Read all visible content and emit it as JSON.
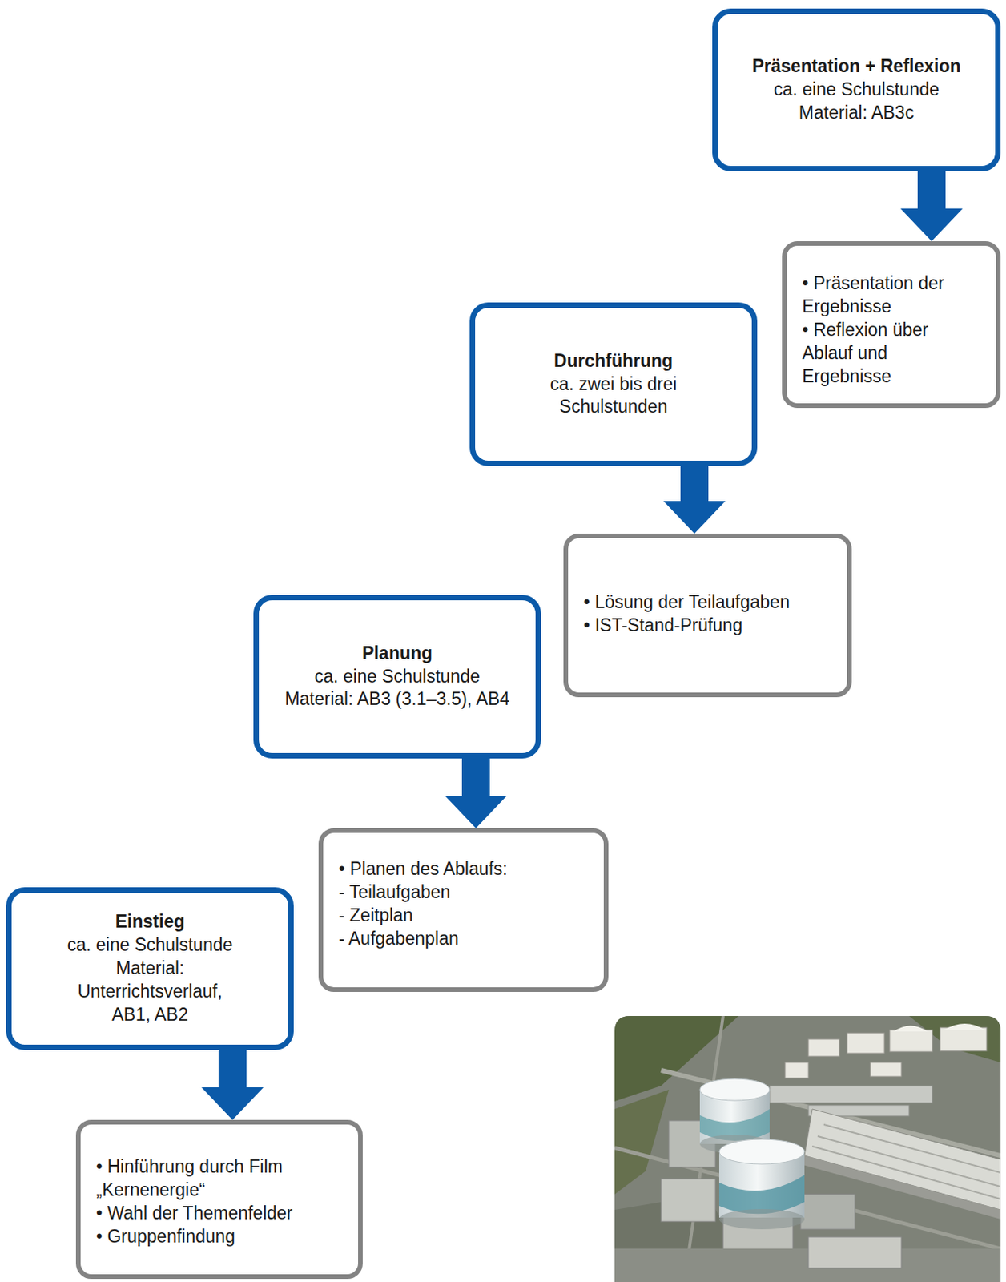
{
  "diagram": {
    "nodes": [
      {
        "text": [
          "Präsentation + Reflexion",
          "ca. eine Schulstunde",
          "Material: AB3c"
        ]
      },
      {
        "text": [
          "• Präsentation der Ergebnisse",
          "• Reflexion über Ablauf und Ergebnisse"
        ]
      },
      {
        "text": [
          "Durchführung",
          "ca. zwei bis drei Schulstunden"
        ]
      },
      {
        "text": [
          "• Lösung der Teilaufgaben",
          "• IST-Stand-Prüfung"
        ]
      },
      {
        "text": [
          "Planung",
          "ca. eine Schulstunde",
          "Material: AB3 (3.1–3.5), AB4"
        ]
      },
      {
        "text": [
          "• Planen des Ablaufs:",
          "- Teilaufgaben",
          "- Zeitplan",
          "- Aufgabenplan"
        ]
      },
      {
        "text": [
          "Einstieg",
          "ca. eine Schulstunde",
          "Material: Unterrichtsverlauf, AB1, AB2"
        ]
      },
      {
        "text": [
          "• Hinführung durch Film „Kernenergie“",
          "• Wahl der Themenfelder",
          "• Gruppenfindung"
        ]
      }
    ],
    "edges": [
      {
        "from": 0,
        "to": 1,
        "arrow": "to"
      },
      {
        "from": 2,
        "to": 3,
        "arrow": "to"
      },
      {
        "from": 4,
        "to": 5,
        "arrow": "to"
      },
      {
        "from": 6,
        "to": 7,
        "arrow": "to"
      }
    ]
  }
}
